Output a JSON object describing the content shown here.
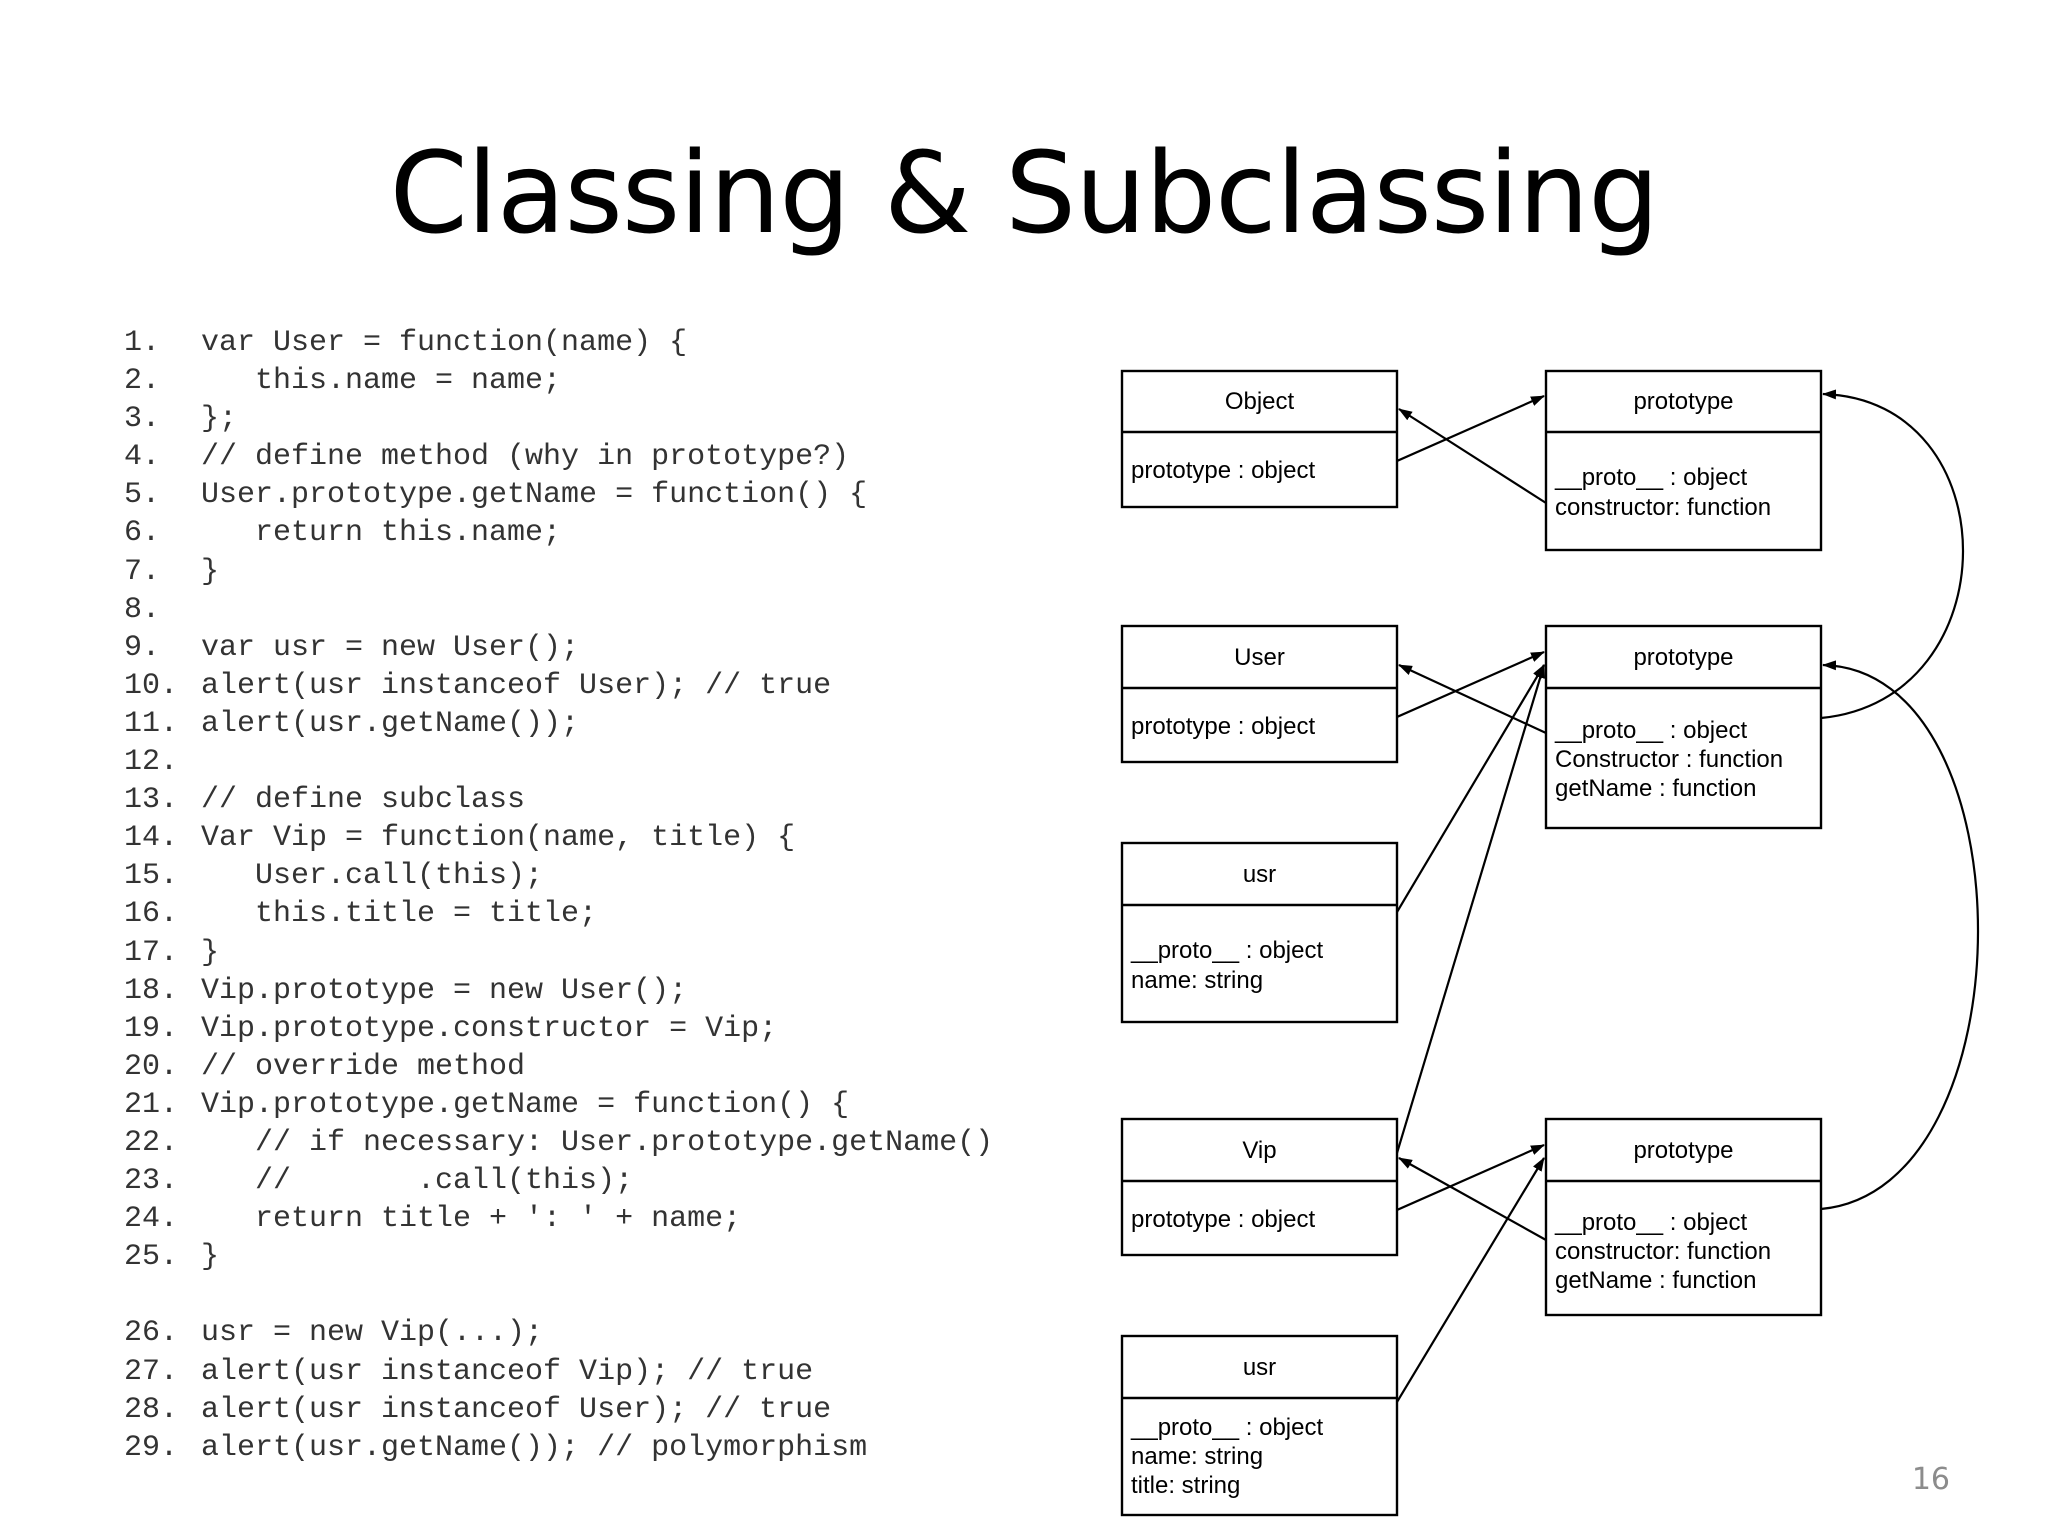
{
  "slide": {
    "title": "Classing & Subclassing",
    "page_number": "16"
  },
  "code": {
    "lines": [
      {
        "num": "1.",
        "text": "var User = function(name) {"
      },
      {
        "num": "2.",
        "text": "   this.name = name;"
      },
      {
        "num": "3.",
        "text": "};"
      },
      {
        "num": "4.",
        "text": "// define method (why in prototype?)"
      },
      {
        "num": "5.",
        "text": "User.prototype.getName = function() {"
      },
      {
        "num": "6.",
        "text": "   return this.name;"
      },
      {
        "num": "7.",
        "text": "}"
      },
      {
        "num": "8.",
        "text": ""
      },
      {
        "num": "9.",
        "text": "var usr = new User();"
      },
      {
        "num": "10.",
        "text": "alert(usr instanceof User); // true"
      },
      {
        "num": "11.",
        "text": "alert(usr.getName());"
      },
      {
        "num": "12.",
        "text": ""
      },
      {
        "num": "13.",
        "text": "// define subclass"
      },
      {
        "num": "14.",
        "text": "Var Vip = function(name, title) {"
      },
      {
        "num": "15.",
        "text": "   User.call(this);"
      },
      {
        "num": "16.",
        "text": "   this.title = title;"
      },
      {
        "num": "17.",
        "text": "}"
      },
      {
        "num": "18.",
        "text": "Vip.prototype = new User();"
      },
      {
        "num": "19.",
        "text": "Vip.prototype.constructor = Vip;"
      },
      {
        "num": "20.",
        "text": "// override method"
      },
      {
        "num": "21.",
        "text": "Vip.prototype.getName = function() {"
      },
      {
        "num": "22.",
        "text": "   // if necessary: User.prototype.getName()"
      },
      {
        "num": "23.",
        "text": "   //       .call(this);"
      },
      {
        "num": "24.",
        "text": "   return title + ': ' + name;"
      },
      {
        "num": "25.",
        "text": "}"
      },
      {
        "num": "26.",
        "text": "usr = new Vip(...);"
      },
      {
        "num": "27.",
        "text": "alert(usr instanceof Vip); // true"
      },
      {
        "num": "28.",
        "text": "alert(usr instanceof User); // true"
      },
      {
        "num": "29.",
        "text": "alert(usr.getName()); // polymorphism"
      }
    ]
  },
  "diagram": {
    "boxes": {
      "object": {
        "title": "Object",
        "attrs": [
          "prototype : object"
        ]
      },
      "object_prototype": {
        "title": "prototype",
        "attrs": [
          "__proto__ : object",
          "constructor: function"
        ]
      },
      "user": {
        "title": "User",
        "attrs": [
          "prototype : object"
        ]
      },
      "user_prototype": {
        "title": "prototype",
        "attrs": [
          "__proto__ : object",
          "Constructor : function",
          "getName : function"
        ]
      },
      "usr_user": {
        "title": "usr",
        "attrs": [
          "__proto__ : object",
          "name: string"
        ]
      },
      "vip": {
        "title": "Vip",
        "attrs": [
          "prototype : object"
        ]
      },
      "vip_prototype": {
        "title": "prototype",
        "attrs": [
          "__proto__ : object",
          "constructor: function",
          "getName : function"
        ]
      },
      "usr_vip": {
        "title": "usr",
        "attrs": [
          "__proto__ : object",
          "name: string",
          "title: string"
        ]
      }
    }
  }
}
